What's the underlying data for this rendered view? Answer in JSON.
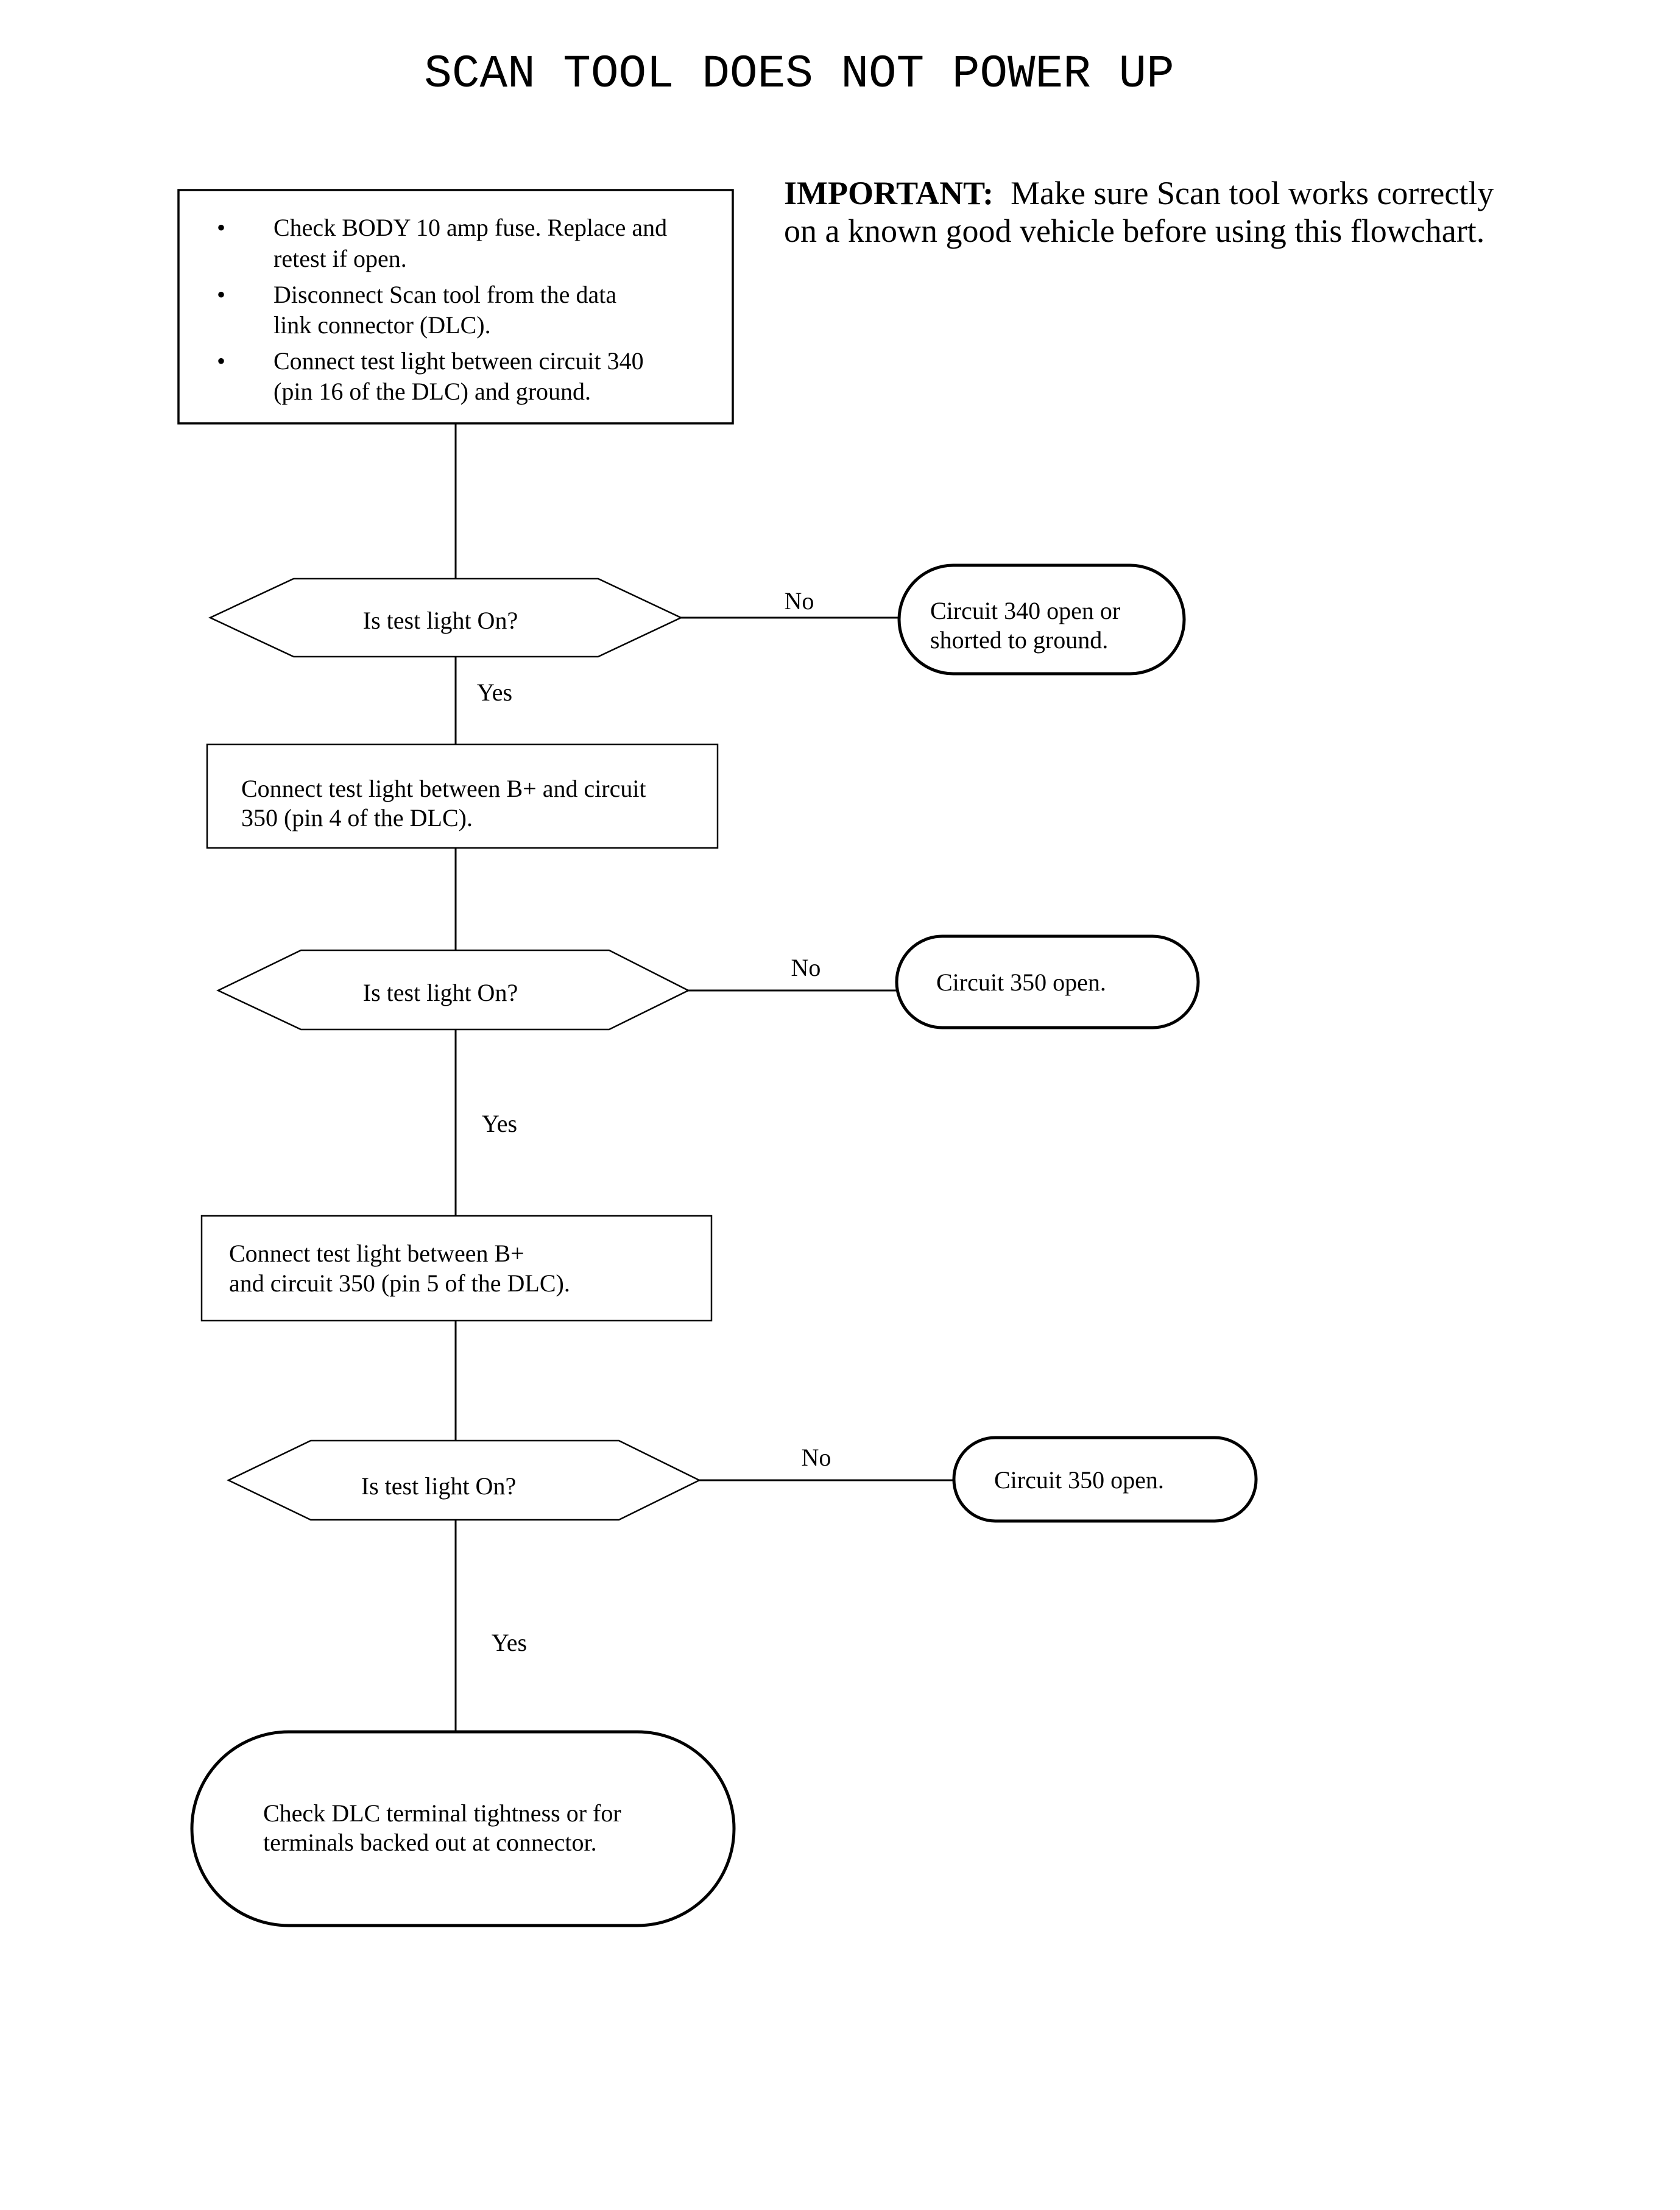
{
  "title": "SCAN TOOL DOES NOT POWER UP",
  "important": {
    "label": "IMPORTANT:",
    "line1": "Make sure Scan tool works correctly",
    "line2": "on a known good vehicle before using this flowchart."
  },
  "start_box": {
    "bullet": "•",
    "items": [
      {
        "line1": "Check BODY 10 amp fuse.  Replace and",
        "line2": "retest if open."
      },
      {
        "line1": "Disconnect Scan tool from the data",
        "line2": "link connector (DLC)."
      },
      {
        "line1": "Connect test light between circuit 340",
        "line2": "(pin 16 of the DLC) and ground."
      }
    ]
  },
  "decisions": [
    {
      "text": "Is test light On?",
      "no_label": "No",
      "yes_label": "Yes"
    },
    {
      "text": "Is test light On?",
      "no_label": "No",
      "yes_label": "Yes"
    },
    {
      "text": "Is test light On?",
      "no_label": "No",
      "yes_label": "Yes"
    }
  ],
  "results": [
    {
      "line1": "Circuit 340 open or",
      "line2": "shorted to ground."
    },
    {
      "line1": "Circuit 350 open."
    },
    {
      "line1": "Circuit 350 open."
    }
  ],
  "steps": [
    {
      "line1": "Connect test light between B+ and circuit",
      "line2": "350 (pin 4 of the DLC)."
    },
    {
      "line1": "Connect test light between B+",
      "line2": "and circuit 350 (pin 5 of the DLC)."
    }
  ],
  "final": {
    "line1": "Check DLC terminal tightness or for",
    "line2": "terminals backed out at connector."
  }
}
